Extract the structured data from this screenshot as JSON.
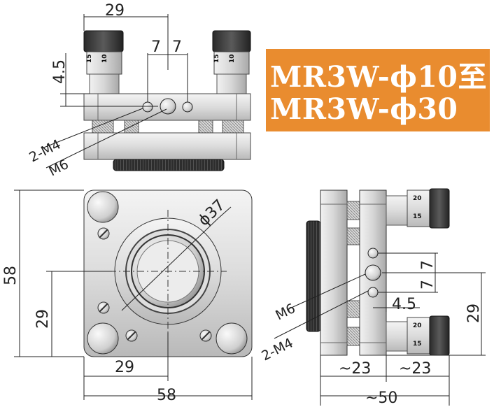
{
  "title": {
    "line1": "MR3W-ϕ10至",
    "line2": "MR3W-ϕ30",
    "background": "#e98c2f",
    "text_color": "#ffffff"
  },
  "top_view": {
    "dim_width": "29",
    "dim_spacing_a": "7",
    "dim_spacing_b": "7",
    "dim_height": "4.5",
    "label_thread": "2-M4",
    "label_center": "M6",
    "micrometer_scale": [
      "15",
      "10"
    ]
  },
  "front_view": {
    "dim_aperture": "ϕ37",
    "dim_height": "58",
    "dim_inner_height": "29",
    "dim_inner_width": "29",
    "dim_width": "58"
  },
  "side_view": {
    "dim_spacing_a": "7",
    "dim_spacing_b": "7",
    "dim_offset": "4.5",
    "dim_height": "29",
    "dim_depth_a": "~23",
    "dim_depth_b": "~23",
    "dim_total": "~50",
    "label_center": "M6",
    "label_thread": "2-M4",
    "micrometer_scale": [
      "20",
      "15"
    ]
  }
}
